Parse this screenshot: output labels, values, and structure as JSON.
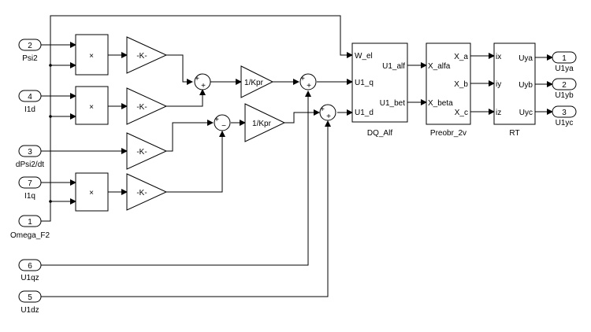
{
  "inports": [
    {
      "num": "2",
      "label": "Psi2"
    },
    {
      "num": "4",
      "label": "I1d"
    },
    {
      "num": "3",
      "label": "dPsi2/dt"
    },
    {
      "num": "7",
      "label": "I1q"
    },
    {
      "num": "1",
      "label": "Omega_F2"
    },
    {
      "num": "6",
      "label": "U1qz"
    },
    {
      "num": "5",
      "label": "U1dz"
    }
  ],
  "products": [
    "×",
    "×",
    "×"
  ],
  "gains": [
    "-K-",
    "-K-",
    "-K-",
    "-K-"
  ],
  "kpr_gains": [
    "1/Kpr",
    "1/Kpr"
  ],
  "sums": [
    {
      "top": "+",
      "bottom": "+"
    },
    {
      "top": "+",
      "bottom": "−"
    },
    {
      "top": "+",
      "bottom": "+"
    },
    {
      "top": "+",
      "bottom": "+"
    }
  ],
  "dq_alf": {
    "name": "DQ_Alf",
    "color": "#bfe4fa",
    "inputs": [
      "W_el",
      "U1_q",
      "U1_d"
    ],
    "outputs": [
      "U1_alf",
      "U1_bet"
    ]
  },
  "preobr": {
    "name": "Preobr_2v",
    "color": "#1ec81e",
    "inputs": [
      "X_alfa",
      "X_beta"
    ],
    "outputs": [
      "X_a",
      "X_b",
      "X_c"
    ]
  },
  "rt": {
    "name": "RT",
    "color": "#b8fade",
    "inputs": [
      "ix",
      "iy",
      "iz"
    ],
    "outputs": [
      "Uya",
      "Uyb",
      "Uyc"
    ]
  },
  "outports": [
    {
      "num": "1",
      "label": "U1ya"
    },
    {
      "num": "2",
      "label": "U1yb"
    },
    {
      "num": "3",
      "label": "U1yc"
    }
  ]
}
